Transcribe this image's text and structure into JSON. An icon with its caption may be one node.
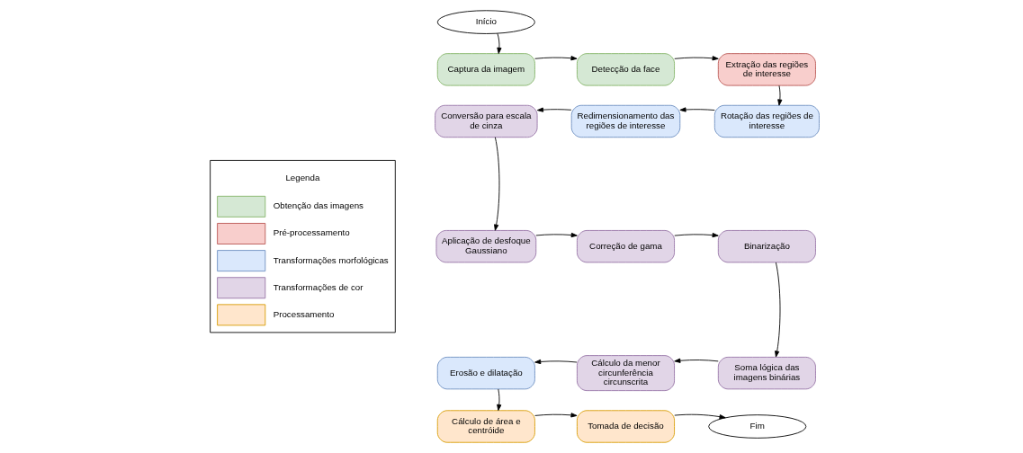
{
  "diagram": {
    "nodes": [
      {
        "text": [
          "Início"
        ]
      },
      {
        "text": [
          "Captura da imagem"
        ]
      },
      {
        "text": [
          "Detecção da face"
        ]
      },
      {
        "text": [
          "Extração das regiões de interesse"
        ]
      },
      {
        "text": [
          "Conversão para escala de cinza"
        ]
      },
      {
        "text": [
          "Redimensionamento das regiões de interesse"
        ]
      },
      {
        "text": [
          "Rotação das regiões de interesse"
        ]
      },
      {
        "text": [
          "Aplicação de desfoque Gaussiano"
        ]
      },
      {
        "text": [
          "Correção de gama"
        ]
      },
      {
        "text": [
          "Binarização"
        ]
      },
      {
        "text": [
          "Erosão e dilatação"
        ]
      },
      {
        "text": [
          "Cálculo da menor circunferência circunscrita"
        ]
      },
      {
        "text": [
          "Soma lógica das imagens binárias"
        ]
      },
      {
        "text": [
          "Cálculo de área e centróide"
        ]
      },
      {
        "text": [
          "Tomada de decisão"
        ]
      },
      {
        "text": [
          "Fim"
        ]
      }
    ],
    "edges": [
      {
        "from": 0,
        "to": 1,
        "arrow": "to"
      },
      {
        "from": 1,
        "to": 2,
        "arrow": "to"
      },
      {
        "from": 2,
        "to": 3,
        "arrow": "to"
      },
      {
        "from": 3,
        "to": 6,
        "arrow": "to"
      },
      {
        "from": 6,
        "to": 5,
        "arrow": "to"
      },
      {
        "from": 5,
        "to": 4,
        "arrow": "to"
      },
      {
        "from": 4,
        "to": 7,
        "arrow": "to"
      },
      {
        "from": 7,
        "to": 8,
        "arrow": "to"
      },
      {
        "from": 8,
        "to": 9,
        "arrow": "to"
      },
      {
        "from": 9,
        "to": 12,
        "arrow": "to"
      },
      {
        "from": 12,
        "to": 11,
        "arrow": "to"
      },
      {
        "from": 11,
        "to": 10,
        "arrow": "to"
      },
      {
        "from": 10,
        "to": 13,
        "arrow": "to"
      },
      {
        "from": 13,
        "to": 14,
        "arrow": "to"
      },
      {
        "from": 14,
        "to": 15,
        "arrow": "to"
      }
    ],
    "labels": [
      "Legenda"
    ],
    "legend": [
      {
        "text": "Obtenção das imagens",
        "color": "#d5e8d4"
      },
      {
        "text": "Pré-processamento",
        "color": "#f8cecc"
      },
      {
        "text": "Transformações morfológicas",
        "color": "#dae8fc"
      },
      {
        "text": "Transformações de cor",
        "color": "#e1d5e7"
      },
      {
        "text": "Processamento",
        "color": "#ffe6cc"
      }
    ]
  }
}
